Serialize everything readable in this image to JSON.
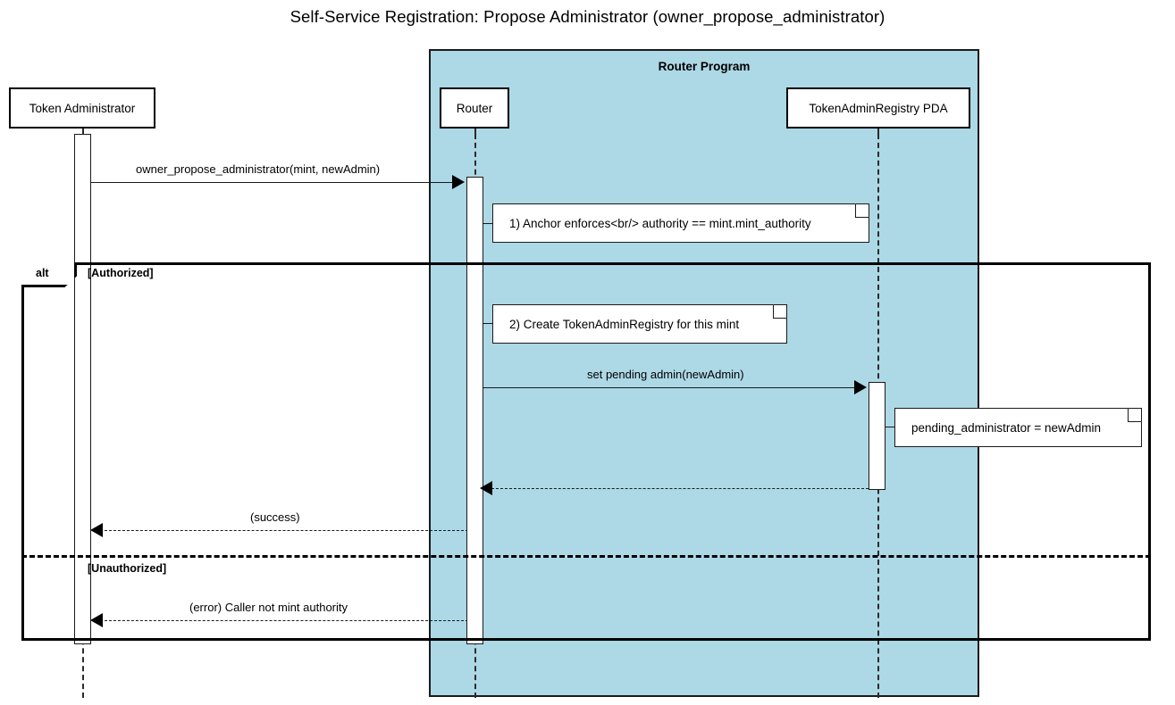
{
  "title": "Self-Service Registration: Propose Administrator (owner_propose_administrator)",
  "group": {
    "label": "Router Program",
    "color": "#ADD8E6"
  },
  "participants": [
    {
      "id": "token-administrator",
      "label": "Token Administrator"
    },
    {
      "id": "router",
      "label": "Router"
    },
    {
      "id": "tokenadminregistry-pda",
      "label": "TokenAdminRegistry PDA"
    }
  ],
  "messages": [
    {
      "id": "owner-propose-administrator",
      "label": "owner_propose_administrator(mint, newAdmin)",
      "from": "token-administrator",
      "to": "router",
      "style": "solid",
      "direction": "right"
    },
    {
      "id": "set-pending-admin",
      "label": "set pending admin(newAdmin)",
      "from": "router",
      "to": "tokenadminregistry-pda",
      "style": "solid",
      "direction": "right"
    },
    {
      "id": "pda-return",
      "label": "",
      "from": "tokenadminregistry-pda",
      "to": "router",
      "style": "dashed",
      "direction": "left"
    },
    {
      "id": "success-return",
      "label": "(success)",
      "from": "router",
      "to": "token-administrator",
      "style": "dashed",
      "direction": "left"
    },
    {
      "id": "error-return",
      "label": "(error) Caller not mint authority",
      "from": "router",
      "to": "token-administrator",
      "style": "dashed",
      "direction": "left"
    }
  ],
  "notes": [
    {
      "id": "note-anchor-enforces",
      "text": "1) Anchor enforces<br/> authority == mint.mint_authority",
      "attached_to": "router"
    },
    {
      "id": "note-create-registry",
      "text": "2) Create TokenAdminRegistry for this mint",
      "attached_to": "router"
    },
    {
      "id": "note-pending-administrator",
      "text": "pending_administrator = newAdmin",
      "attached_to": "tokenadminregistry-pda"
    }
  ],
  "fragment": {
    "id": "alt-fragment",
    "operator": "alt",
    "guards": [
      {
        "id": "guard-authorized",
        "label": "[Authorized]"
      },
      {
        "id": "guard-unauthorized",
        "label": "[Unauthorized]"
      }
    ]
  }
}
